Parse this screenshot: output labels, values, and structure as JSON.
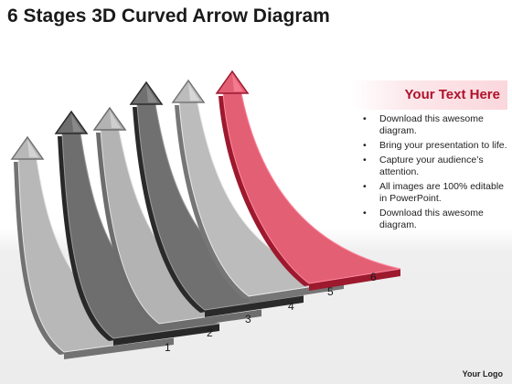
{
  "title": "6 Stages 3D Curved Arrow Diagram",
  "text_panel": {
    "heading": "Your Text Here",
    "bullets": [
      "Download this awesome diagram.",
      "Bring your presentation to life.",
      "Capture your audience’s attention.",
      "All images are 100% editable in PowerPoint.",
      "Download this awesome diagram."
    ]
  },
  "stages": [
    {
      "label": "1",
      "color": "#b8b8b8"
    },
    {
      "label": "2",
      "color": "#6e6e6e"
    },
    {
      "label": "3",
      "color": "#b3b3b3"
    },
    {
      "label": "4",
      "color": "#707070"
    },
    {
      "label": "5",
      "color": "#bcbcbc"
    },
    {
      "label": "6",
      "color": "#e35f74"
    }
  ],
  "logo": "Your Logo"
}
